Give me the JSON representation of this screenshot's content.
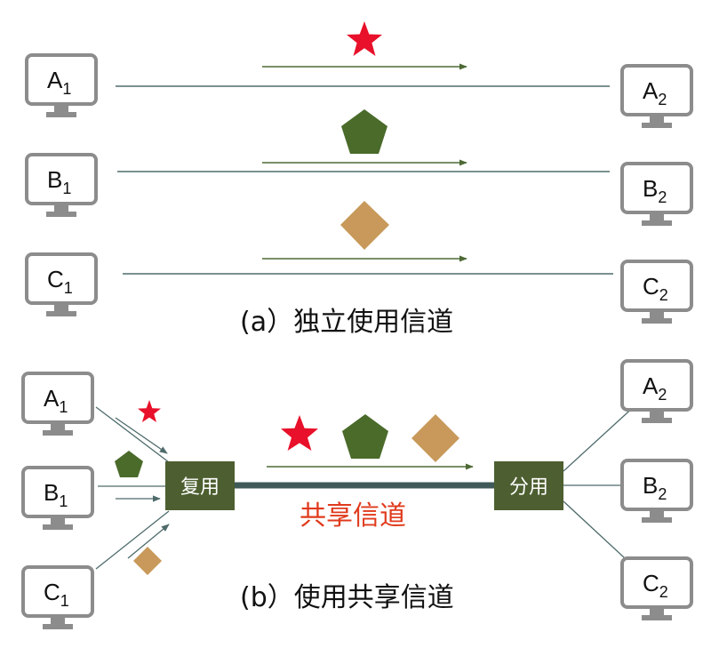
{
  "colors": {
    "monitor_frame": "#8c8c8c",
    "channel_line": "#4f6b6b",
    "arrow": "#4d6a35",
    "box_fill": "#4d5f30",
    "box_text": "#ffffff",
    "star": "#e8102a",
    "pentagon": "#4a6b2a",
    "diamond": "#c8995a",
    "shared_label": "#e03a1c",
    "text": "#111111"
  },
  "part_a": {
    "caption": "(a）独立使用信道",
    "rows": [
      {
        "sender": {
          "letter": "A",
          "sub": "1"
        },
        "receiver": {
          "letter": "A",
          "sub": "2"
        },
        "symbol": "star-icon"
      },
      {
        "sender": {
          "letter": "B",
          "sub": "1"
        },
        "receiver": {
          "letter": "B",
          "sub": "2"
        },
        "symbol": "pentagon-icon"
      },
      {
        "sender": {
          "letter": "C",
          "sub": "1"
        },
        "receiver": {
          "letter": "C",
          "sub": "2"
        },
        "symbol": "diamond-icon"
      }
    ]
  },
  "part_b": {
    "caption": "(b）使用共享信道",
    "senders": [
      {
        "letter": "A",
        "sub": "1"
      },
      {
        "letter": "B",
        "sub": "1"
      },
      {
        "letter": "C",
        "sub": "1"
      }
    ],
    "receivers": [
      {
        "letter": "A",
        "sub": "2"
      },
      {
        "letter": "B",
        "sub": "2"
      },
      {
        "letter": "C",
        "sub": "2"
      }
    ],
    "mux_label": "复用",
    "demux_label": "分用",
    "shared_channel_label": "共享信道"
  }
}
